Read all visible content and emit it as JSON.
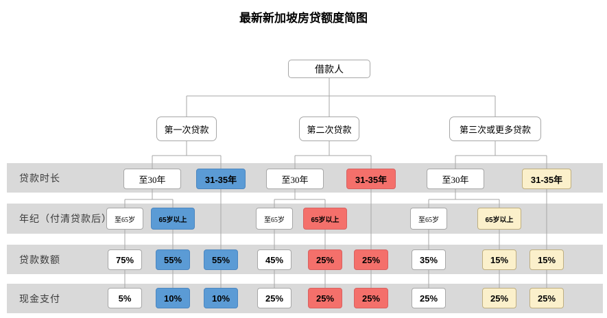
{
  "title": "最新新加坡房贷额度简图",
  "root": {
    "label": "借款人"
  },
  "row_headers": {
    "duration": "贷款时长",
    "age": "年纪（付清贷款后）",
    "loan_amount": "贷款数额",
    "cash_payment": "现金支付"
  },
  "colors": {
    "band": "#d9d9d9",
    "line": "#a6a6a6",
    "box_border": "#a6a6a6",
    "blue": "#5b9bd5",
    "red": "#f4706b",
    "cream": "#fbf0cb"
  },
  "branches": [
    {
      "label": "第一次贷款",
      "accent": "blue",
      "duration": [
        {
          "label": "至30年",
          "highlight": false
        },
        {
          "label": "31-35年",
          "highlight": true
        }
      ],
      "age": [
        {
          "label": "至65岁",
          "highlight": false
        },
        {
          "label": "65岁以上",
          "highlight": true
        }
      ],
      "loan_amount": [
        "75%",
        "55%",
        "55%"
      ],
      "cash_payment": [
        "5%",
        "10%",
        "10%"
      ]
    },
    {
      "label": "第二次贷款",
      "accent": "red",
      "duration": [
        {
          "label": "至30年",
          "highlight": false
        },
        {
          "label": "31-35年",
          "highlight": true
        }
      ],
      "age": [
        {
          "label": "至65岁",
          "highlight": false
        },
        {
          "label": "65岁以上",
          "highlight": true
        }
      ],
      "loan_amount": [
        "45%",
        "25%",
        "25%"
      ],
      "cash_payment": [
        "25%",
        "25%",
        "25%"
      ]
    },
    {
      "label": "第三次或更多贷款",
      "accent": "cream",
      "duration": [
        {
          "label": "至30年",
          "highlight": false
        },
        {
          "label": "31-35年",
          "highlight": true
        }
      ],
      "age": [
        {
          "label": "至65岁",
          "highlight": false
        },
        {
          "label": "65岁以上",
          "highlight": true
        }
      ],
      "loan_amount": [
        "35%",
        "15%",
        "15%"
      ],
      "cash_payment": [
        "25%",
        "25%",
        "25%"
      ]
    }
  ]
}
